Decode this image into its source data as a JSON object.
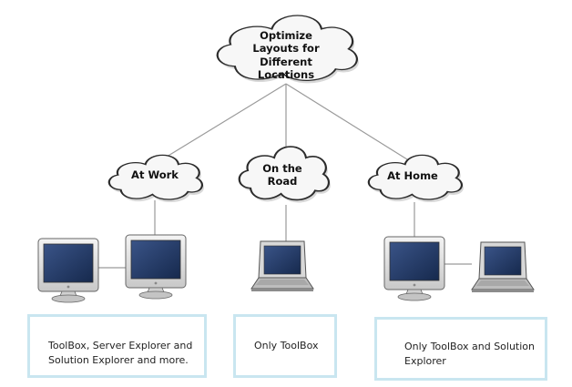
{
  "root_cloud": {
    "lines": [
      "Optimize",
      "Layouts for",
      "Different",
      "Locations"
    ]
  },
  "location_clouds": [
    {
      "lines": [
        "At Work"
      ]
    },
    {
      "lines": [
        "On the",
        "Road"
      ]
    },
    {
      "lines": [
        "At Home"
      ]
    }
  ],
  "notes": [
    {
      "lines": [
        "ToolBox, Server Explorer and",
        "Solution Explorer and more."
      ]
    },
    {
      "lines": [
        "Only ToolBox"
      ]
    },
    {
      "lines": [
        "Only ToolBox and Solution",
        "Explorer"
      ]
    }
  ],
  "devices": [
    [
      "desktop-monitor",
      "desktop-monitor"
    ],
    [
      "laptop"
    ],
    [
      "desktop-monitor",
      "laptop"
    ]
  ],
  "colors": {
    "cloud_fill": "#f7f7f7",
    "cloud_stroke": "#2b2b2b",
    "connector": "#9a9a9a",
    "box_border": "#c9e6f0",
    "screen": "#213a66"
  }
}
